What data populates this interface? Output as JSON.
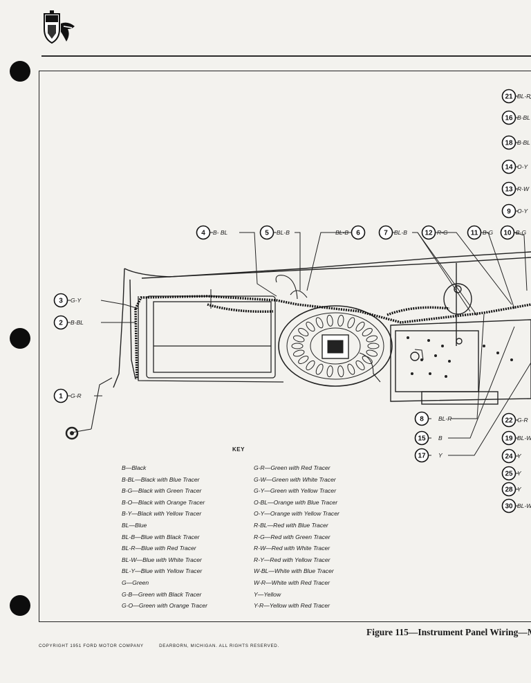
{
  "diagram": {
    "callouts_left": [
      {
        "num": "4",
        "label": "B- BL"
      },
      {
        "num": "5",
        "label": "BL-B"
      },
      {
        "num": "6",
        "label": "BL-B"
      },
      {
        "num": "3",
        "label": "G-Y"
      },
      {
        "num": "2",
        "label": "B-BL"
      },
      {
        "num": "1",
        "label": "G-R"
      }
    ],
    "callouts_top": [
      {
        "num": "7",
        "label": "BL-B"
      },
      {
        "num": "12",
        "label": "R-G"
      },
      {
        "num": "11",
        "label": "B-G"
      },
      {
        "num": "10",
        "label": "B-G"
      }
    ],
    "callouts_bottom": [
      {
        "num": "8",
        "label": "BL-R"
      },
      {
        "num": "15",
        "label": "B"
      },
      {
        "num": "17",
        "label": "Y"
      }
    ],
    "callouts_right": [
      {
        "num": "21",
        "label": "BL-R"
      },
      {
        "num": "16",
        "label": "B-BL"
      },
      {
        "num": "18",
        "label": "B-BL"
      },
      {
        "num": "14",
        "label": "O-Y"
      },
      {
        "num": "13",
        "label": "R-W"
      },
      {
        "num": "9",
        "label": "O-Y"
      },
      {
        "num": "22",
        "label": "G-R"
      },
      {
        "num": "19",
        "label": "BL-W"
      },
      {
        "num": "24",
        "label": "Y"
      },
      {
        "num": "25",
        "label": "Y"
      },
      {
        "num": "28",
        "label": "Y"
      },
      {
        "num": "30",
        "label": "BL-W"
      }
    ]
  },
  "key": {
    "title": "KEY",
    "left": [
      "B—Black",
      "B-BL—Black with Blue Tracer",
      "B-G—Black with Green Tracer",
      "B-O—Black with Orange Tracer",
      "B-Y—Black with Yellow Tracer",
      "BL—Blue",
      "BL-B—Blue with Black Tracer",
      "BL-R—Blue with Red Tracer",
      "BL-W—Blue with White Tracer",
      "BL-Y—Blue with Yellow Tracer",
      "G—Green",
      "G-B—Green with Black Tracer",
      "G-O—Green with Orange Tracer"
    ],
    "right": [
      "G-R—Green with Red Tracer",
      "G-W—Green with White Tracer",
      "G-Y—Green with Yellow Tracer",
      "O-BL—Orange with Blue Tracer",
      "O-Y—Orange with Yellow Tracer",
      "R-BL—Red with Blue Tracer",
      "R-G—Red with Green Tracer",
      "R-W—Red with White Tracer",
      "R-Y—Red with Yellow Tracer",
      "W-BL—White with Blue Tracer",
      "W-R—White with Red Tracer",
      "Y—Yellow",
      "Y-R—Yellow with Red Tracer"
    ]
  },
  "caption": "Figure 115—Instrument Panel Wiring—M",
  "footer": {
    "copyright": "COPYRIGHT 1951 FORD MOTOR COMPANY",
    "location": "DEARBORN, MICHIGAN. ALL RIGHTS RESERVED."
  },
  "logo_icon": "ford-crest-logo-icon"
}
